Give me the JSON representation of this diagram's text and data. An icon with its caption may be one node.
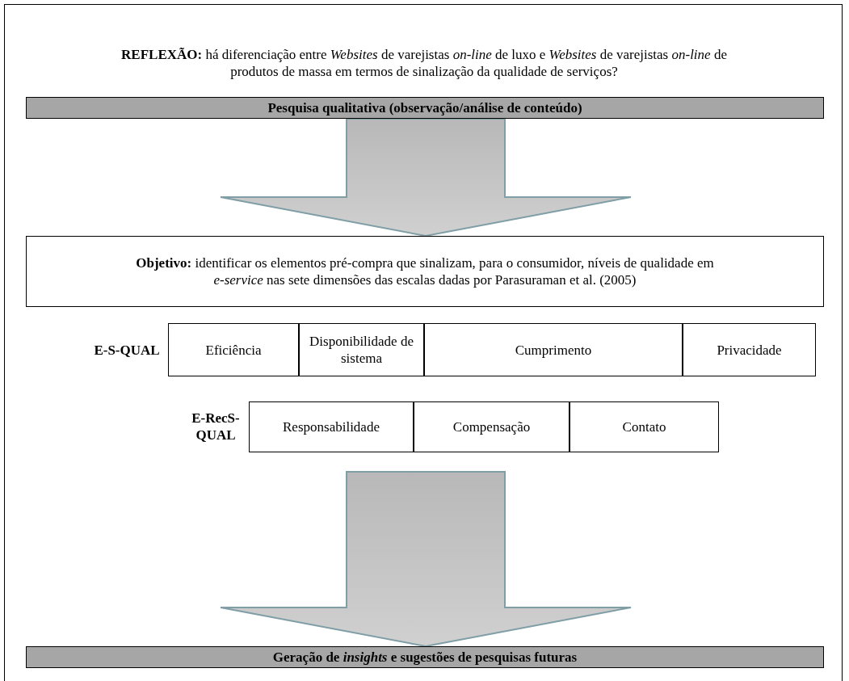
{
  "diagram": {
    "nodes": [
      {
        "text": [
          "Pesquisa qualitativa (observação/análise de conteúdo)"
        ]
      },
      {
        "text": [
          "**Objetivo:** identificar os elementos pré-compra que sinalizam, para o consumidor, níveis de qualidade em *e-service* nas sete dimensões das escalas dadas por Parasuraman et al. (2005)"
        ]
      },
      {
        "text": [
          "Eficiência"
        ]
      },
      {
        "text": [
          "Disponibilidade de sistema"
        ]
      },
      {
        "text": [
          "Cumprimento"
        ]
      },
      {
        "text": [
          "Privacidade"
        ]
      },
      {
        "text": [
          "Responsabilidade"
        ]
      },
      {
        "text": [
          "Compensação"
        ]
      },
      {
        "text": [
          "Contato"
        ]
      },
      {
        "text": [
          "Geração de *insights* e sugestões de pesquisas futuras"
        ]
      }
    ],
    "edges": [
      {
        "from": 0,
        "to": 1,
        "arrow": "to"
      },
      {
        "from": null,
        "to": 9,
        "arrow": "to"
      }
    ],
    "labels": [
      "**REFLEXÃO:** há diferenciação entre *Websites* de varejistas *on-line* de luxo e *Websites* de varejistas *on-line* de produtos de massa em termos de sinalização da qualidade de serviços?",
      "E-S-QUAL",
      "E-RecS-QUAL"
    ]
  }
}
